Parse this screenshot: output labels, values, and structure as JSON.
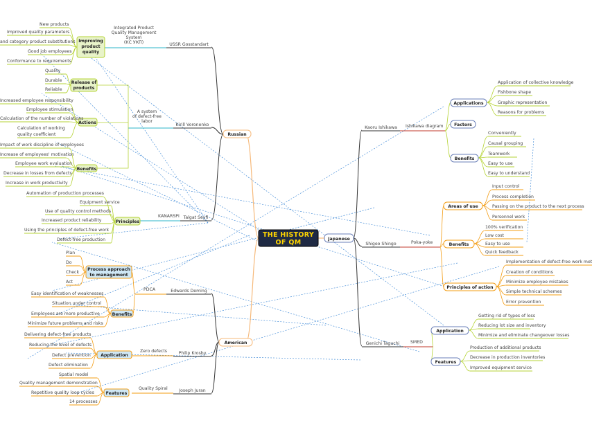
{
  "central": {
    "line1": "THE HISTORY",
    "line2": "OF QM"
  },
  "branches": {
    "russian": "Russian",
    "american": "American",
    "japanese": "Japanese"
  },
  "gosstandart": {
    "name": "USSR Gosstandart",
    "system_label": [
      "Integrated Product",
      "Quality Management",
      "System",
      "(КС УКП)"
    ],
    "group": [
      "Improving",
      "product",
      "quality"
    ],
    "items": [
      "New products",
      "Improved quality parameters",
      "and category product substitutions",
      "Good job employees",
      "Conformance to requirements"
    ]
  },
  "voronenko": {
    "name": "Kirill Voronenko",
    "system_label": [
      "A system",
      "of defect-free",
      "labor"
    ],
    "release": {
      "label": [
        "Release of",
        "products"
      ],
      "items": [
        "Quality",
        "Durable",
        "Reliable"
      ]
    },
    "actions": {
      "label": "Actions",
      "items": [
        "Increased employee responsibility",
        "Employee stimulation",
        "Calculation of the number of violations",
        "Calculation of working",
        "quality coefficient"
      ]
    },
    "benefits": {
      "label": "Benefits",
      "items": [
        "Impact of work discipline of employees",
        "Increase of employees' motivation",
        "Employee work evaluation",
        "Decrease in losses from defects",
        "Increase in work productivity"
      ]
    }
  },
  "seyfi": {
    "name": "Talgat Seyfi",
    "system_label": "KANARSPI",
    "principles": {
      "label": "Principles",
      "items": [
        "Automation of production processes",
        "Equipment service",
        "Use of quality control methods",
        "Increased product reliability",
        "Using the principles of defect-free work",
        "Defect-free production"
      ]
    }
  },
  "deming": {
    "name": "Edwards Deming",
    "system_label": "PDCA",
    "process": {
      "label": [
        "Process approach",
        "to management"
      ],
      "items": [
        "Plan",
        "Do",
        "Check",
        "Act"
      ]
    },
    "benefits": {
      "label": "Benefits",
      "items": [
        "Easy identification of weaknesses",
        "Situation under control",
        "Employees are more productive",
        "Minimize future problems and risks"
      ]
    }
  },
  "crosby": {
    "name": "Philip Krosby",
    "system_label": "Zero defects",
    "application": {
      "label": "Application",
      "items": [
        "Delivering defect-free products",
        "Reducing the level of defects",
        "Defect prevention",
        "Defect elimination"
      ]
    }
  },
  "juran": {
    "name": "Joseph Juran",
    "system_label": "Quality Spiral",
    "features": {
      "label": "Features",
      "items": [
        "Spatial model",
        "Quality management demonstration",
        "Repetitive quality loop cycles",
        "14 processes"
      ]
    }
  },
  "ishikawa": {
    "name": "Kaoru Ishikawa",
    "system_label": "Ishikawa diagram",
    "applications": {
      "label": "Applications",
      "items": [
        "Application of collective knowledge",
        "Fishbone shape",
        "Graphic representation",
        "Reasons for problems"
      ]
    },
    "factors": {
      "label": "Factors"
    },
    "benefits": {
      "label": "Benefits",
      "items": [
        "Conveniently",
        "Causal grouping",
        "Teamwork",
        "Easy to use",
        "Easy to understand"
      ]
    }
  },
  "shingo": {
    "name": "Shigeo Shingo",
    "system_label": "Poka-yoke",
    "areas": {
      "label": "Areas of use",
      "items": [
        "Input control",
        "Process completion",
        "Passing on the product to the next process",
        "Personnel work"
      ]
    },
    "benefits": {
      "label": "Benefits",
      "items": [
        "100% verification",
        "Low cost",
        "Easy to use",
        "Quick feedback"
      ]
    },
    "principles": {
      "label": "Principles of action",
      "items": [
        "Implementation of defect-free work meth",
        "Creation of conditions",
        "Minimize employee mistakes",
        "Simple technical schemes",
        "Error prevention"
      ]
    }
  },
  "taguchi": {
    "name": "Genichi Taguchi",
    "system_label": "SMED",
    "application": {
      "label": "Application",
      "items": [
        "Getting rid of types of loss",
        "Reducing lot size and inventory",
        "Minimize and eliminate changeover losses"
      ]
    },
    "features": {
      "label": "Features",
      "items": [
        "Production of additional products",
        "Decrease in production inventories",
        "Improved equipment service"
      ]
    }
  },
  "colors": {
    "russian": "#f6b97a",
    "american": "#f6b97a",
    "japanese": "#f6b97a",
    "green": "#b5d334",
    "orange": "#f39c12",
    "red": "#c0392b",
    "blue": "#4a90d9",
    "cyan": "#2bb5c8",
    "central_bg": "#1f2a44"
  }
}
